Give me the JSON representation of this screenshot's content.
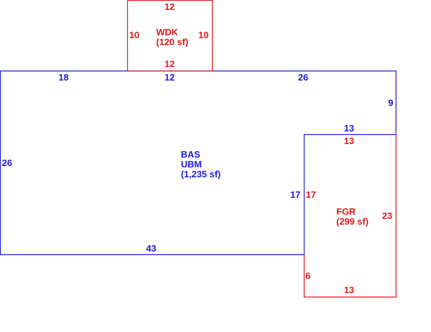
{
  "colors": {
    "main_area": "#1a1ad6",
    "secondary_area": "#e01818",
    "background": "#ffffff"
  },
  "areas": {
    "wdk": {
      "code": "WDK",
      "area": "(120 sf)",
      "dims": {
        "top": "12",
        "left": "10",
        "right": "10",
        "bottom": "12"
      }
    },
    "bas": {
      "code1": "BAS",
      "code2": "UBM",
      "area": "(1,235 sf)",
      "dims": {
        "top_left": "18",
        "top_mid": "12",
        "top_right": "26",
        "right": "9",
        "notch": "13",
        "inner_side": "17",
        "bottom": "43",
        "left": "26"
      }
    },
    "fgr": {
      "code": "FGR",
      "area": "(299 sf)",
      "dims": {
        "top": "13",
        "left_upper": "17",
        "right": "23",
        "left_lower": "6",
        "bottom": "13"
      }
    }
  }
}
